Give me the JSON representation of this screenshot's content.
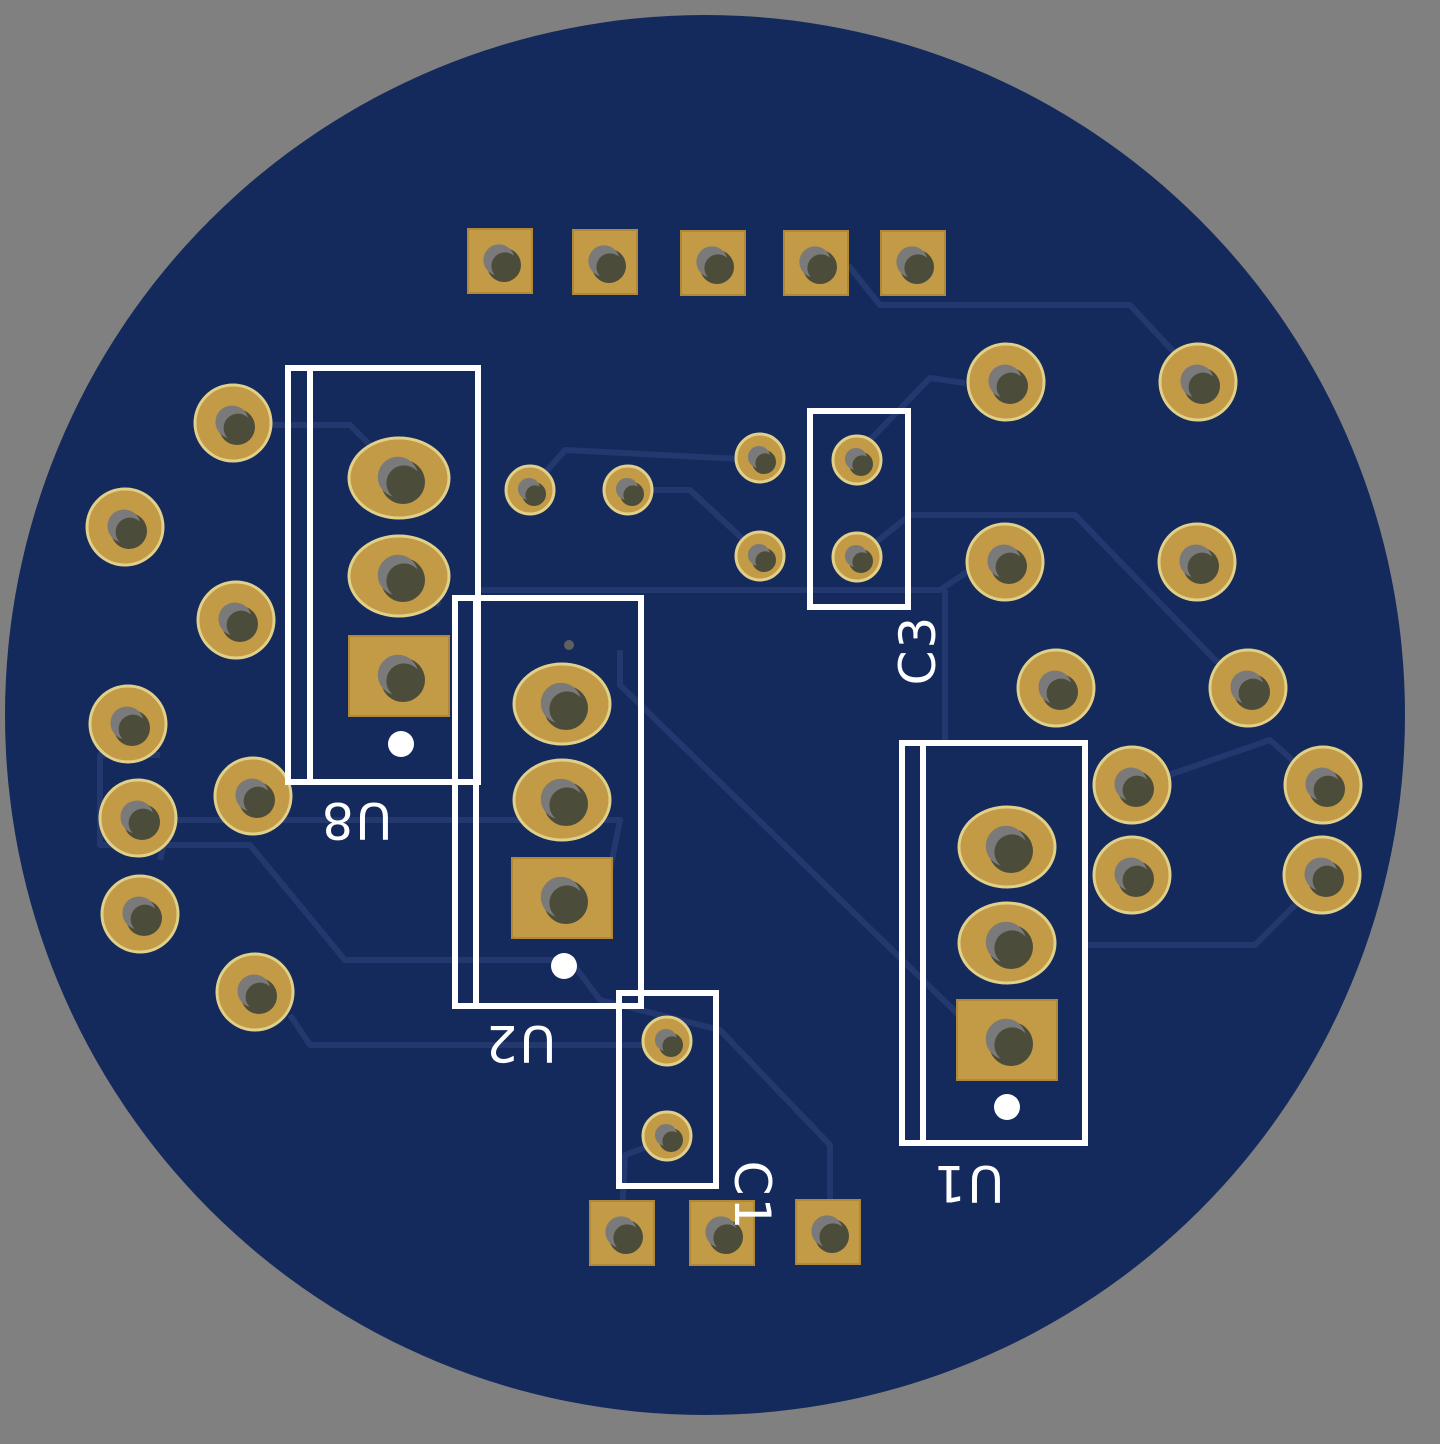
{
  "board": {
    "background_color": "#808080",
    "board_color": "#142a5c",
    "trace_color": "#23386f",
    "pad_color": "#c39a45",
    "pad_edge_color": "#e0d08a",
    "hole_color": "#4c4c3a",
    "silkscreen_color": "#ffffff"
  },
  "labels": {
    "u8": "U8",
    "u2": "U2",
    "u1": "U1",
    "c1": "C1",
    "c3": "C3"
  }
}
